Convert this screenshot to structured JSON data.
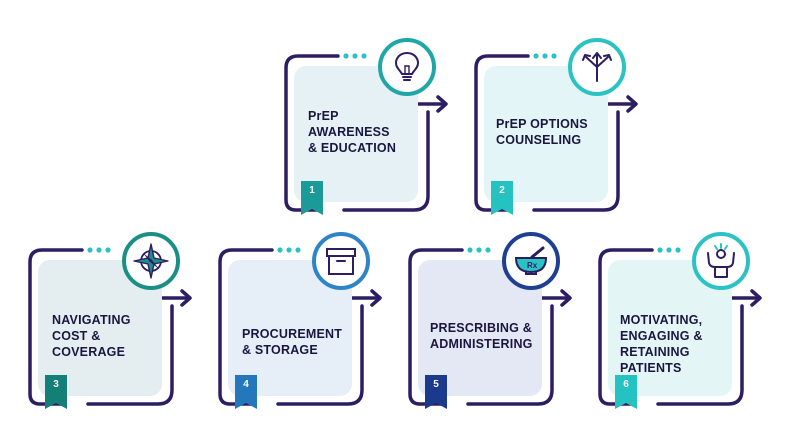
{
  "steps": [
    {
      "number": "1",
      "label": "PrEP\nAWARENESS\n& EDUCATION",
      "icon": "lightbulb-icon",
      "accent": "#1fa7a8",
      "badge_color": "#1c9a9a",
      "panel_color": "#e6f1f6"
    },
    {
      "number": "2",
      "label": "PrEP  OPTIONS\nCOUNSELING",
      "icon": "branching-arrows-icon",
      "accent": "#2bc2c4",
      "badge_color": "#25c2c2",
      "panel_color": "#e3f5f7"
    },
    {
      "number": "3",
      "label": "NAVIGATING\nCOST &\nCOVERAGE",
      "icon": "compass-icon",
      "accent": "#1b8f86",
      "badge_color": "#137f76",
      "panel_color": "#e4eef0"
    },
    {
      "number": "4",
      "label": "PROCUREMENT\n& STORAGE",
      "icon": "storage-box-icon",
      "accent": "#2d84c6",
      "badge_color": "#2477bb",
      "panel_color": "#e6eef8"
    },
    {
      "number": "5",
      "label": "PRESCRIBING &\nADMINISTERING",
      "icon": "mortar-pestle-icon",
      "accent": "#1f3f93",
      "badge_color": "#1b3a8c",
      "panel_color": "#e4e8f4"
    },
    {
      "number": "6",
      "label": "MOTIVATING,\nENGAGING &\nRETAINING\nPATIENTS",
      "icon": "celebrating-person-icon",
      "accent": "#2bc2c4",
      "badge_color": "#25c2c2",
      "panel_color": "#e4f5f6"
    }
  ],
  "colors": {
    "frame": "#2d1d63",
    "dots": "#2bc2c4"
  }
}
